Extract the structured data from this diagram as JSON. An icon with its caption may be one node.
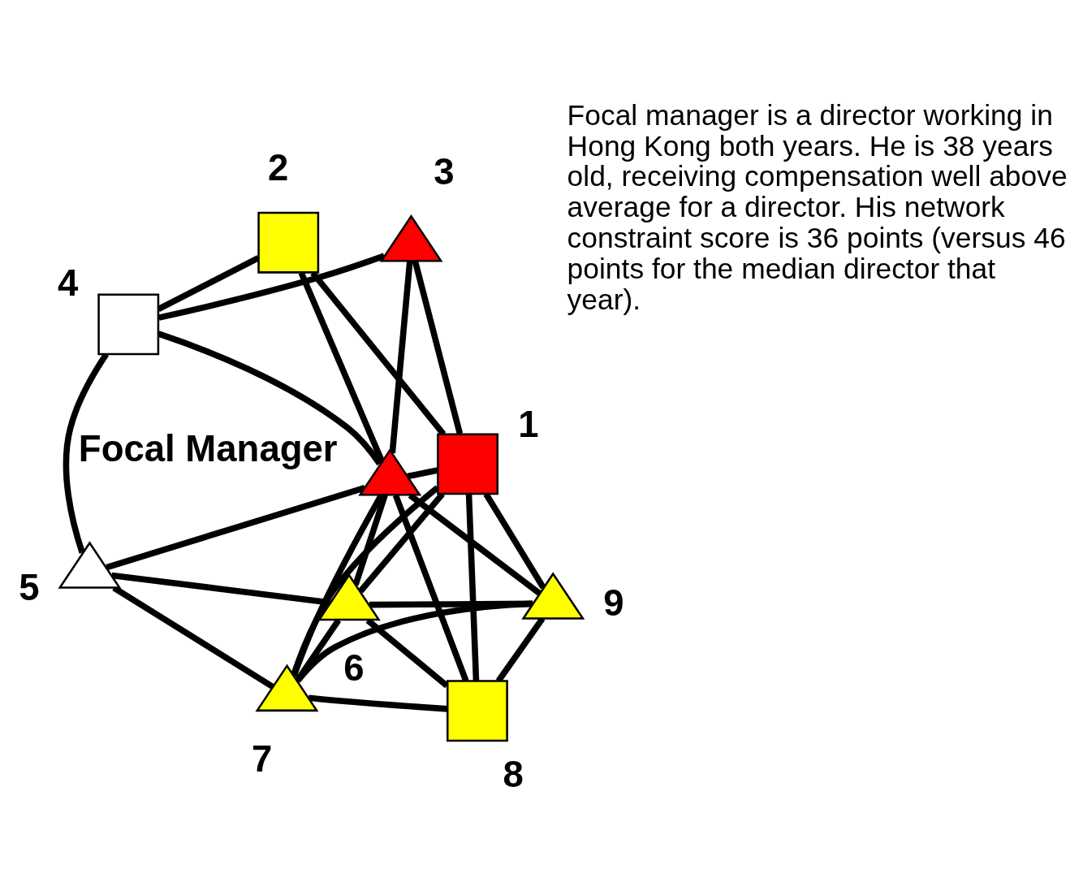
{
  "diagram": {
    "nodes": [
      {
        "text": [],
        "shape": "triangle",
        "beside": [
          "9"
        ]
      },
      {
        "text": [],
        "shape": "box",
        "beside": [
          "8"
        ]
      },
      {
        "text": [],
        "shape": "box",
        "beside": [
          "1"
        ]
      },
      {
        "text": [],
        "shape": "triangle",
        "beside": [
          "7"
        ]
      },
      {
        "text": [],
        "shape": "box",
        "beside": [
          "2"
        ]
      },
      {
        "text": [],
        "shape": "triangle",
        "beside": [
          "6"
        ]
      },
      {
        "text": [],
        "shape": "triangle",
        "beside": [
          "Focal Manager"
        ]
      },
      {
        "text": [],
        "shape": "triangle",
        "beside": [
          "3"
        ]
      },
      {
        "text": [],
        "shape": "triangle",
        "beside": [
          "5"
        ]
      },
      {
        "text": [],
        "shape": "box",
        "beside": [
          "4"
        ]
      }
    ],
    "edges": [
      {
        "from": 1,
        "to": 0,
        "arrow": "none"
      },
      {
        "from": 1,
        "to": 3,
        "arrow": "none"
      },
      {
        "from": 1,
        "to": 5,
        "arrow": "none"
      },
      {
        "from": 1,
        "to": 6,
        "arrow": "none"
      },
      {
        "from": 1,
        "to": 2,
        "arrow": "none"
      },
      {
        "from": 0,
        "to": 3,
        "arrow": "none"
      },
      {
        "from": 0,
        "to": 5,
        "arrow": "none"
      },
      {
        "from": 0,
        "to": 6,
        "arrow": "none"
      },
      {
        "from": 0,
        "to": 2,
        "arrow": "none"
      },
      {
        "from": 2,
        "to": 3,
        "arrow": "none"
      },
      {
        "from": 2,
        "to": 5,
        "arrow": "none"
      },
      {
        "from": 2,
        "to": 6,
        "arrow": "none"
      },
      {
        "from": 2,
        "to": 4,
        "arrow": "none"
      },
      {
        "from": 2,
        "to": 7,
        "arrow": "none"
      },
      {
        "from": 3,
        "to": 5,
        "arrow": "none"
      },
      {
        "from": 3,
        "to": 6,
        "arrow": "none"
      },
      {
        "from": 3,
        "to": 8,
        "arrow": "none"
      },
      {
        "from": 5,
        "to": 6,
        "arrow": "none"
      },
      {
        "from": 5,
        "to": 8,
        "arrow": "none"
      },
      {
        "from": 6,
        "to": 4,
        "arrow": "none"
      },
      {
        "from": 6,
        "to": 7,
        "arrow": "none"
      },
      {
        "from": 6,
        "to": 8,
        "arrow": "none"
      },
      {
        "from": 6,
        "to": 9,
        "arrow": "none"
      },
      {
        "from": 4,
        "to": 9,
        "arrow": "none"
      },
      {
        "from": 7,
        "to": 9,
        "arrow": "none"
      },
      {
        "from": 8,
        "to": 9,
        "arrow": "none"
      }
    ],
    "labels": [
      "Focal manager is a director working in Hong Kong both years. He is 38 years old, receiving compensation well above average for a director. His network constraint score is 36 points (versus 46 points for the median director that year)."
    ]
  }
}
